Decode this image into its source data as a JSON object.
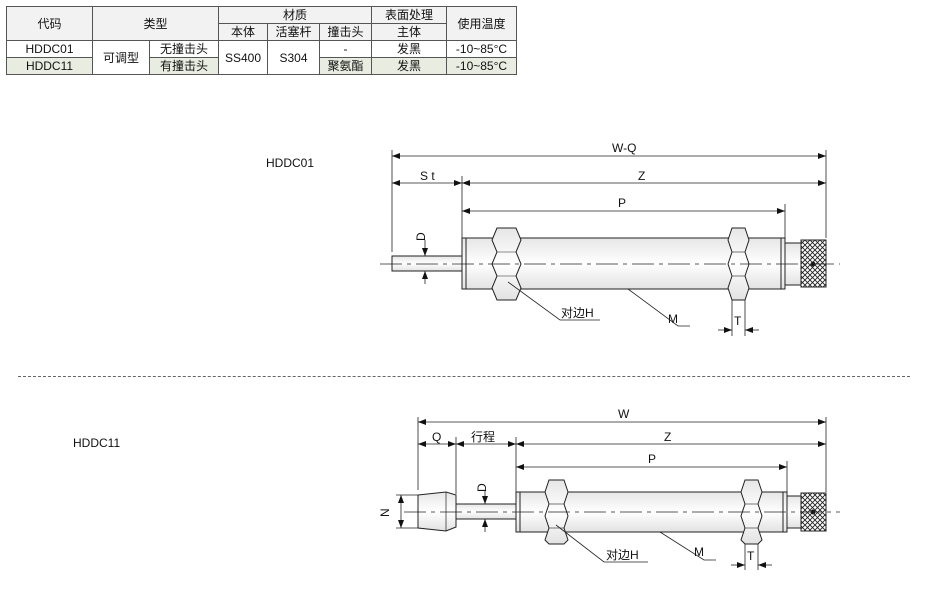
{
  "table": {
    "headers": {
      "code": "代码",
      "type": "类型",
      "material": "材质",
      "surface": "表面处理",
      "temperature": "使用温度",
      "body": "本体",
      "piston_rod": "活塞杆",
      "striker": "撞击头",
      "main_body": "主体"
    },
    "rows": [
      {
        "code": "HDDC01",
        "type_sub": "无撞击头",
        "striker": "-",
        "surface": "发黑",
        "temperature": "-10~85°C"
      },
      {
        "code": "HDDC11",
        "type_sub": "有撞击头",
        "striker": "聚氨酯",
        "surface": "发黑",
        "temperature": "-10~85°C"
      }
    ],
    "shared": {
      "type": "可调型",
      "body": "SS400",
      "piston_rod": "S304"
    }
  },
  "drawings": {
    "top": {
      "model": "HDDC01",
      "dims": {
        "wq": "W-Q",
        "st": "S t",
        "z": "Z",
        "p": "P",
        "d": "D",
        "hex": "对边H",
        "m": "M",
        "t": "T"
      }
    },
    "bottom": {
      "model": "HDDC11",
      "dims": {
        "w": "W",
        "q": "Q",
        "stroke": "行程",
        "z": "Z",
        "p": "P",
        "d": "D",
        "n": "N",
        "hex": "对边H",
        "m": "M",
        "t": "T"
      }
    }
  }
}
